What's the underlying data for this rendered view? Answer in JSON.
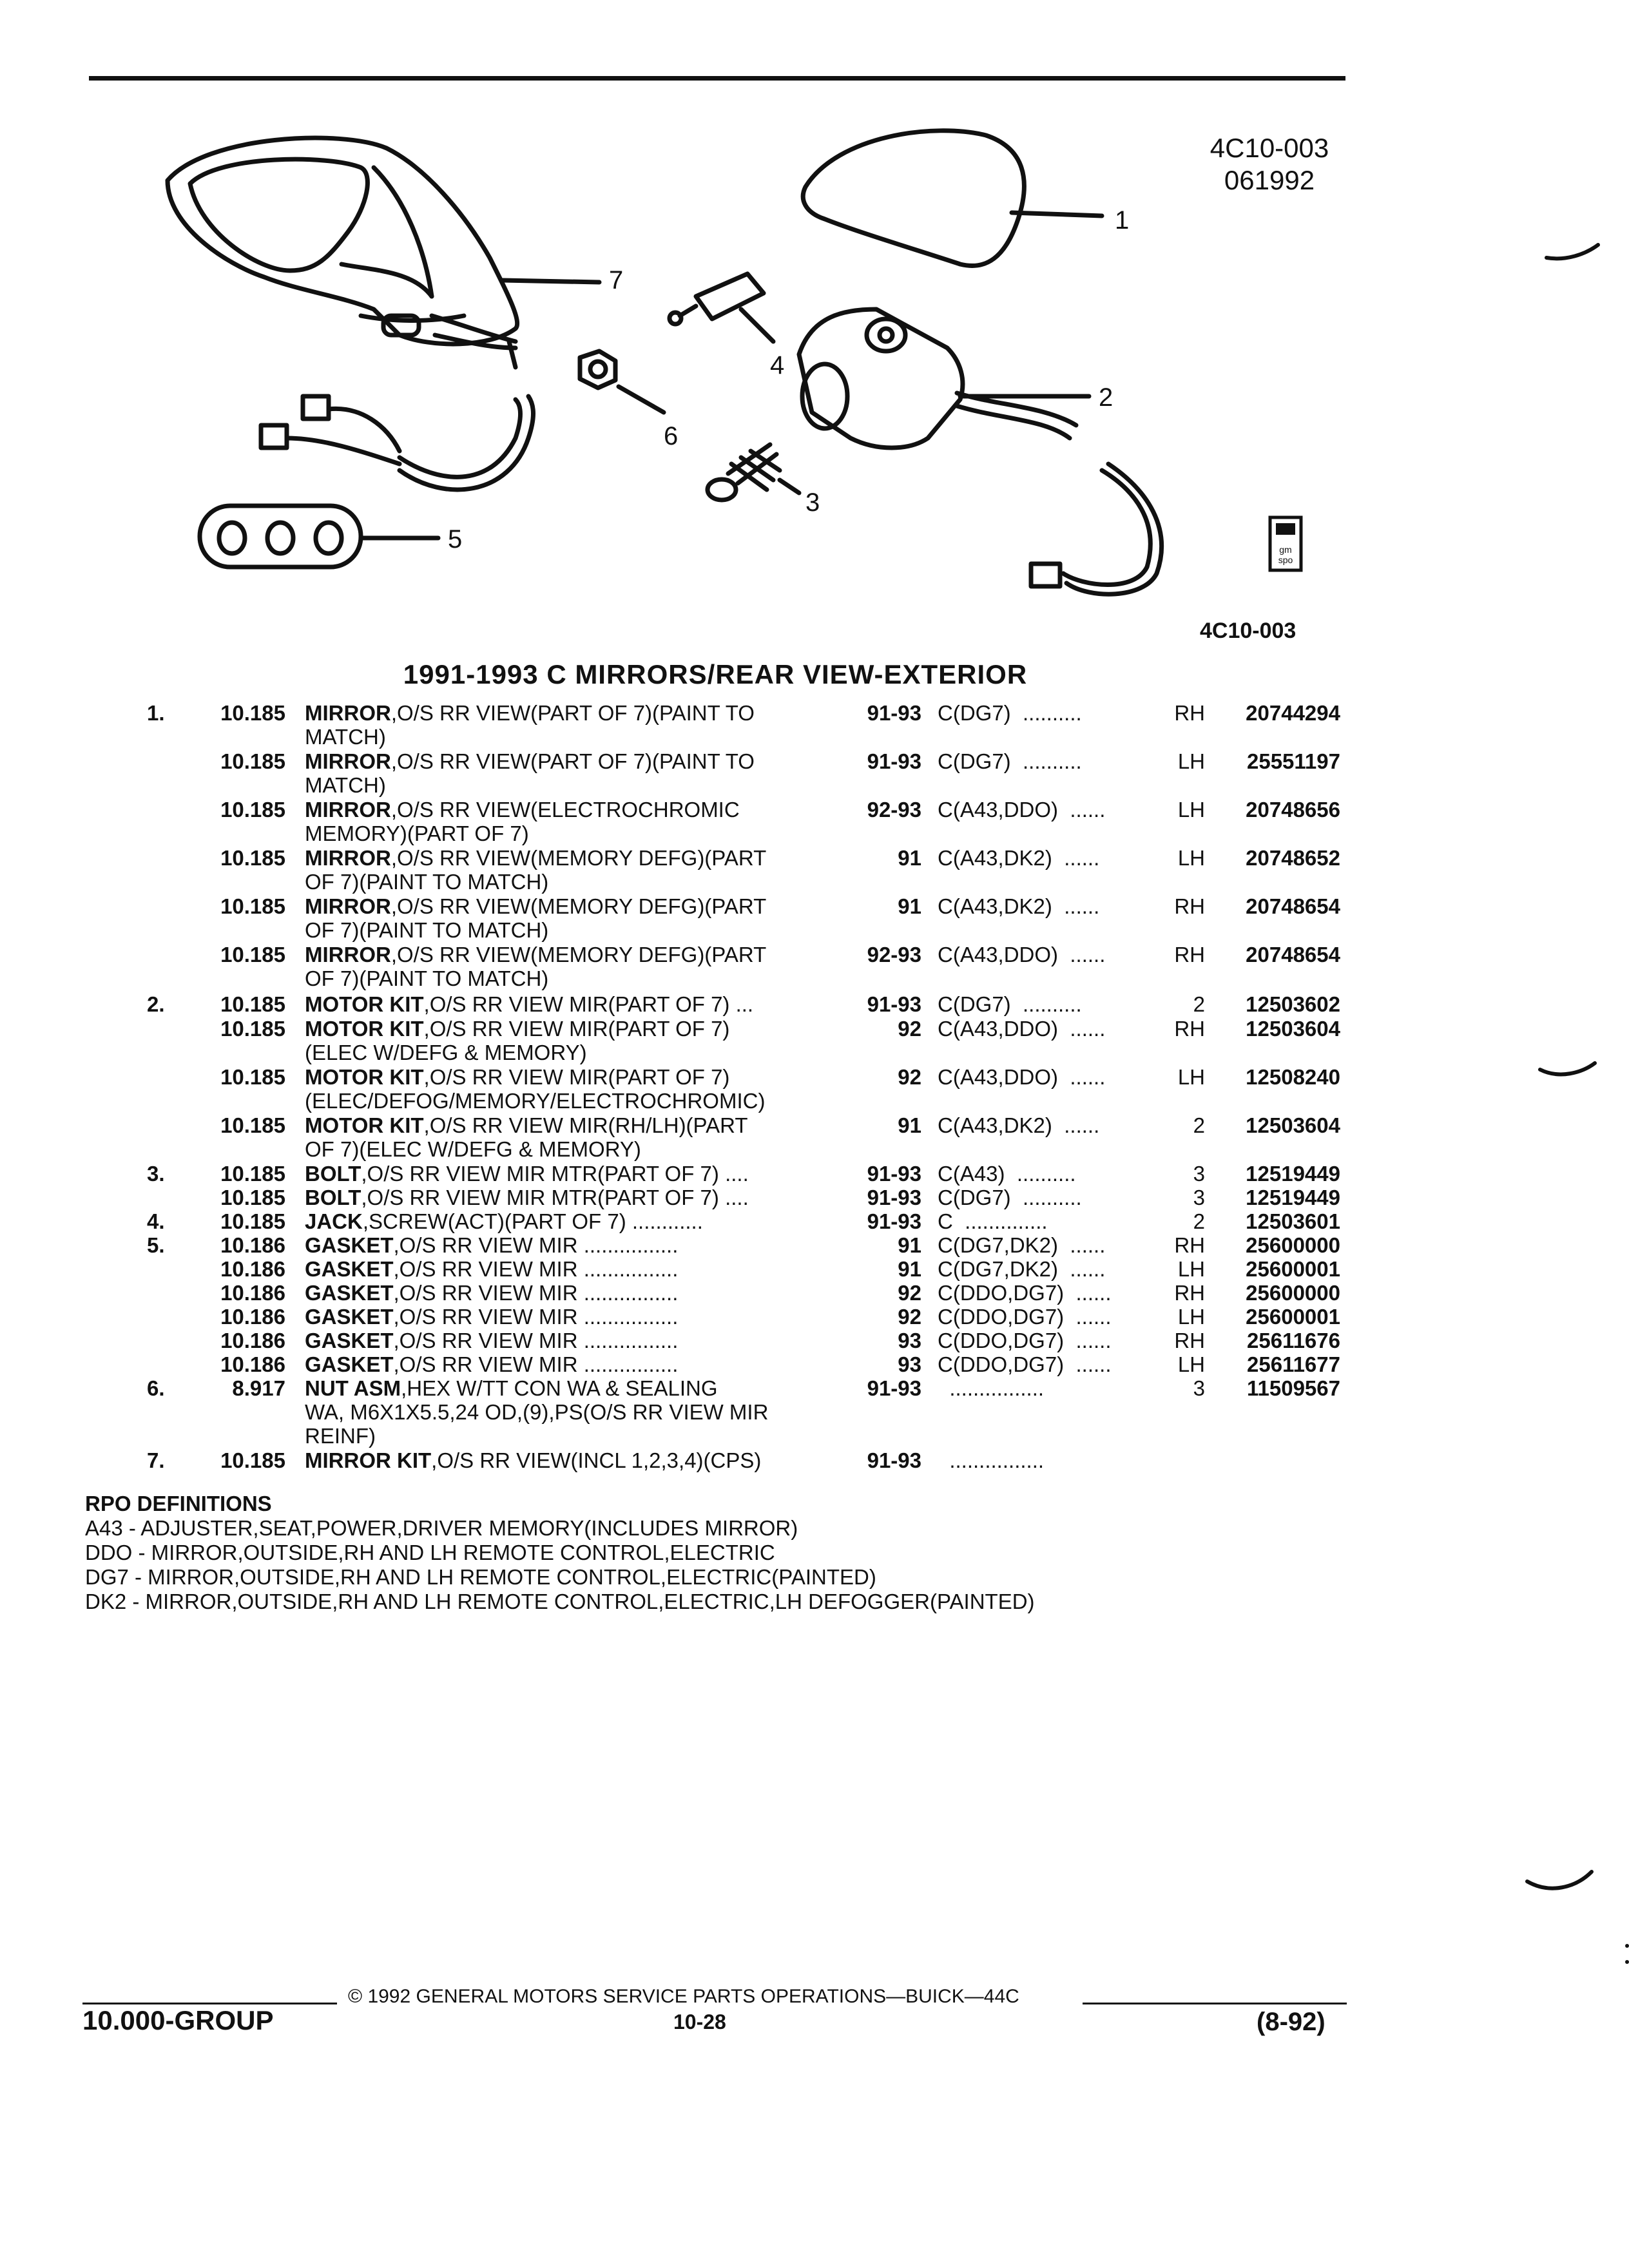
{
  "header": {
    "illustration_code": "4C10-003",
    "date_code": "061992",
    "figure_code": "4C10-003",
    "badge_text": "gm spo",
    "callouts": [
      "1",
      "2",
      "3",
      "4",
      "5",
      "6",
      "7"
    ]
  },
  "title": "1991-1993 C MIRRORS/REAR VIEW-EXTERIOR",
  "rows": [
    {
      "item": "1.",
      "group": "10.185",
      "name": "MIRROR",
      "desc": ",O/S RR VIEW(PART OF 7)(PAINT TO",
      "cont": "MATCH)",
      "years": "91-93",
      "options": "C(DG7)  ..........",
      "side": "RH",
      "part": "20744294"
    },
    {
      "item": "",
      "group": "10.185",
      "name": "MIRROR",
      "desc": ",O/S RR VIEW(PART OF 7)(PAINT TO",
      "cont": "MATCH)",
      "years": "91-93",
      "options": "C(DG7)  ..........",
      "side": "LH",
      "part": "25551197"
    },
    {
      "item": "",
      "group": "10.185",
      "name": "MIRROR",
      "desc": ",O/S RR VIEW(ELECTROCHROMIC",
      "cont": "MEMORY)(PART OF 7)",
      "years": "92-93",
      "options": "C(A43,DDO)  ......",
      "side": "LH",
      "part": "20748656"
    },
    {
      "item": "",
      "group": "10.185",
      "name": "MIRROR",
      "desc": ",O/S RR VIEW(MEMORY DEFG)(PART",
      "cont": "OF 7)(PAINT TO MATCH)",
      "years": "91",
      "options": "C(A43,DK2)  ......",
      "side": "LH",
      "part": "20748652"
    },
    {
      "item": "",
      "group": "10.185",
      "name": "MIRROR",
      "desc": ",O/S RR VIEW(MEMORY DEFG)(PART",
      "cont": "OF 7)(PAINT TO MATCH)",
      "years": "91",
      "options": "C(A43,DK2)  ......",
      "side": "RH",
      "part": "20748654"
    },
    {
      "item": "",
      "group": "10.185",
      "name": "MIRROR",
      "desc": ",O/S RR VIEW(MEMORY DEFG)(PART",
      "cont": "OF 7)(PAINT TO MATCH)",
      "years": "92-93",
      "options": "C(A43,DDO)  ......",
      "side": "RH",
      "part": "20748654"
    },
    {
      "item": "2.",
      "group": "10.185",
      "name": "MOTOR KIT",
      "desc": ",O/S RR VIEW MIR(PART OF 7)  ...",
      "cont": "",
      "years": "91-93",
      "options": "C(DG7)  ..........",
      "side": "2",
      "part": "12503602"
    },
    {
      "item": "",
      "group": "10.185",
      "name": "MOTOR KIT",
      "desc": ",O/S RR VIEW MIR(PART OF 7)",
      "cont": "(ELEC W/DEFG & MEMORY)",
      "years": "92",
      "options": "C(A43,DDO)  ......",
      "side": "RH",
      "part": "12503604"
    },
    {
      "item": "",
      "group": "10.185",
      "name": "MOTOR KIT",
      "desc": ",O/S RR VIEW MIR(PART OF 7)",
      "cont": "(ELEC/DEFOG/MEMORY/ELECTROCHROMIC)",
      "years": "92",
      "options": "C(A43,DDO)  ......",
      "side": "LH",
      "part": "12508240"
    },
    {
      "item": "",
      "group": "10.185",
      "name": "MOTOR KIT",
      "desc": ",O/S RR VIEW MIR(RH/LH)(PART",
      "cont": "OF 7)(ELEC W/DEFG & MEMORY)",
      "years": "91",
      "options": "C(A43,DK2)  ......",
      "side": "2",
      "part": "12503604"
    },
    {
      "item": "3.",
      "group": "10.185",
      "name": "BOLT",
      "desc": ",O/S RR VIEW MIR MTR(PART OF 7)  ....",
      "cont": "",
      "years": "91-93",
      "options": "C(A43)  ..........",
      "side": "3",
      "part": "12519449"
    },
    {
      "item": "",
      "group": "10.185",
      "name": "BOLT",
      "desc": ",O/S RR VIEW MIR MTR(PART OF 7)  ....",
      "cont": "",
      "years": "91-93",
      "options": "C(DG7)  ..........",
      "side": "3",
      "part": "12519449"
    },
    {
      "item": "4.",
      "group": "10.185",
      "name": "JACK",
      "desc": ",SCREW(ACT)(PART OF 7)  ............",
      "cont": "",
      "years": "91-93",
      "options": "C  ..............",
      "side": "2",
      "part": "12503601"
    },
    {
      "item": "5.",
      "group": "10.186",
      "name": "GASKET",
      "desc": ",O/S RR VIEW MIR  ................",
      "cont": "",
      "years": "91",
      "options": "C(DG7,DK2)  ......",
      "side": "RH",
      "part": "25600000"
    },
    {
      "item": "",
      "group": "10.186",
      "name": "GASKET",
      "desc": ",O/S RR VIEW MIR  ................",
      "cont": "",
      "years": "91",
      "options": "C(DG7,DK2)  ......",
      "side": "LH",
      "part": "25600001"
    },
    {
      "item": "",
      "group": "10.186",
      "name": "GASKET",
      "desc": ",O/S RR VIEW MIR  ................",
      "cont": "",
      "years": "92",
      "options": "C(DDO,DG7)  ......",
      "side": "RH",
      "part": "25600000"
    },
    {
      "item": "",
      "group": "10.186",
      "name": "GASKET",
      "desc": ",O/S RR VIEW MIR  ................",
      "cont": "",
      "years": "92",
      "options": "C(DDO,DG7)  ......",
      "side": "LH",
      "part": "25600001"
    },
    {
      "item": "",
      "group": "10.186",
      "name": "GASKET",
      "desc": ",O/S RR VIEW MIR  ................",
      "cont": "",
      "years": "93",
      "options": "C(DDO,DG7)  ......",
      "side": "RH",
      "part": "25611676"
    },
    {
      "item": "",
      "group": "10.186",
      "name": "GASKET",
      "desc": ",O/S RR VIEW MIR  ................",
      "cont": "",
      "years": "93",
      "options": "C(DDO,DG7)  ......",
      "side": "LH",
      "part": "25611677"
    },
    {
      "item": "6.",
      "group": "8.917",
      "name": "NUT ASM",
      "desc": ",HEX W/TT CON WA & SEALING",
      "cont": "WA, M6X1X5.5,24 OD,(9),PS(O/S RR VIEW MIR",
      "cont2": "REINF)",
      "years": "91-93",
      "options": "  ................",
      "side": "3",
      "part": "11509567"
    },
    {
      "item": "7.",
      "group": "10.185",
      "name": "MIRROR KIT",
      "desc": ",O/S RR VIEW(INCL 1,2,3,4)(CPS)",
      "cont": "",
      "years": "91-93",
      "options": "  ................",
      "side": "",
      "part": ""
    }
  ],
  "rpo": {
    "heading": "RPO DEFINITIONS",
    "lines": [
      "A43 - ADJUSTER,SEAT,POWER,DRIVER MEMORY(INCLUDES MIRROR)",
      "DDO - MIRROR,OUTSIDE,RH AND LH REMOTE CONTROL,ELECTRIC",
      "DG7 - MIRROR,OUTSIDE,RH AND LH REMOTE CONTROL,ELECTRIC(PAINTED)",
      "DK2 - MIRROR,OUTSIDE,RH AND LH REMOTE CONTROL,ELECTRIC,LH DEFOGGER(PAINTED)"
    ]
  },
  "footer": {
    "copyright": "© 1992 GENERAL MOTORS SERVICE PARTS OPERATIONS—BUICK—44C",
    "group": "10.000-GROUP",
    "page": "10-28",
    "revision": "(8-92)"
  }
}
